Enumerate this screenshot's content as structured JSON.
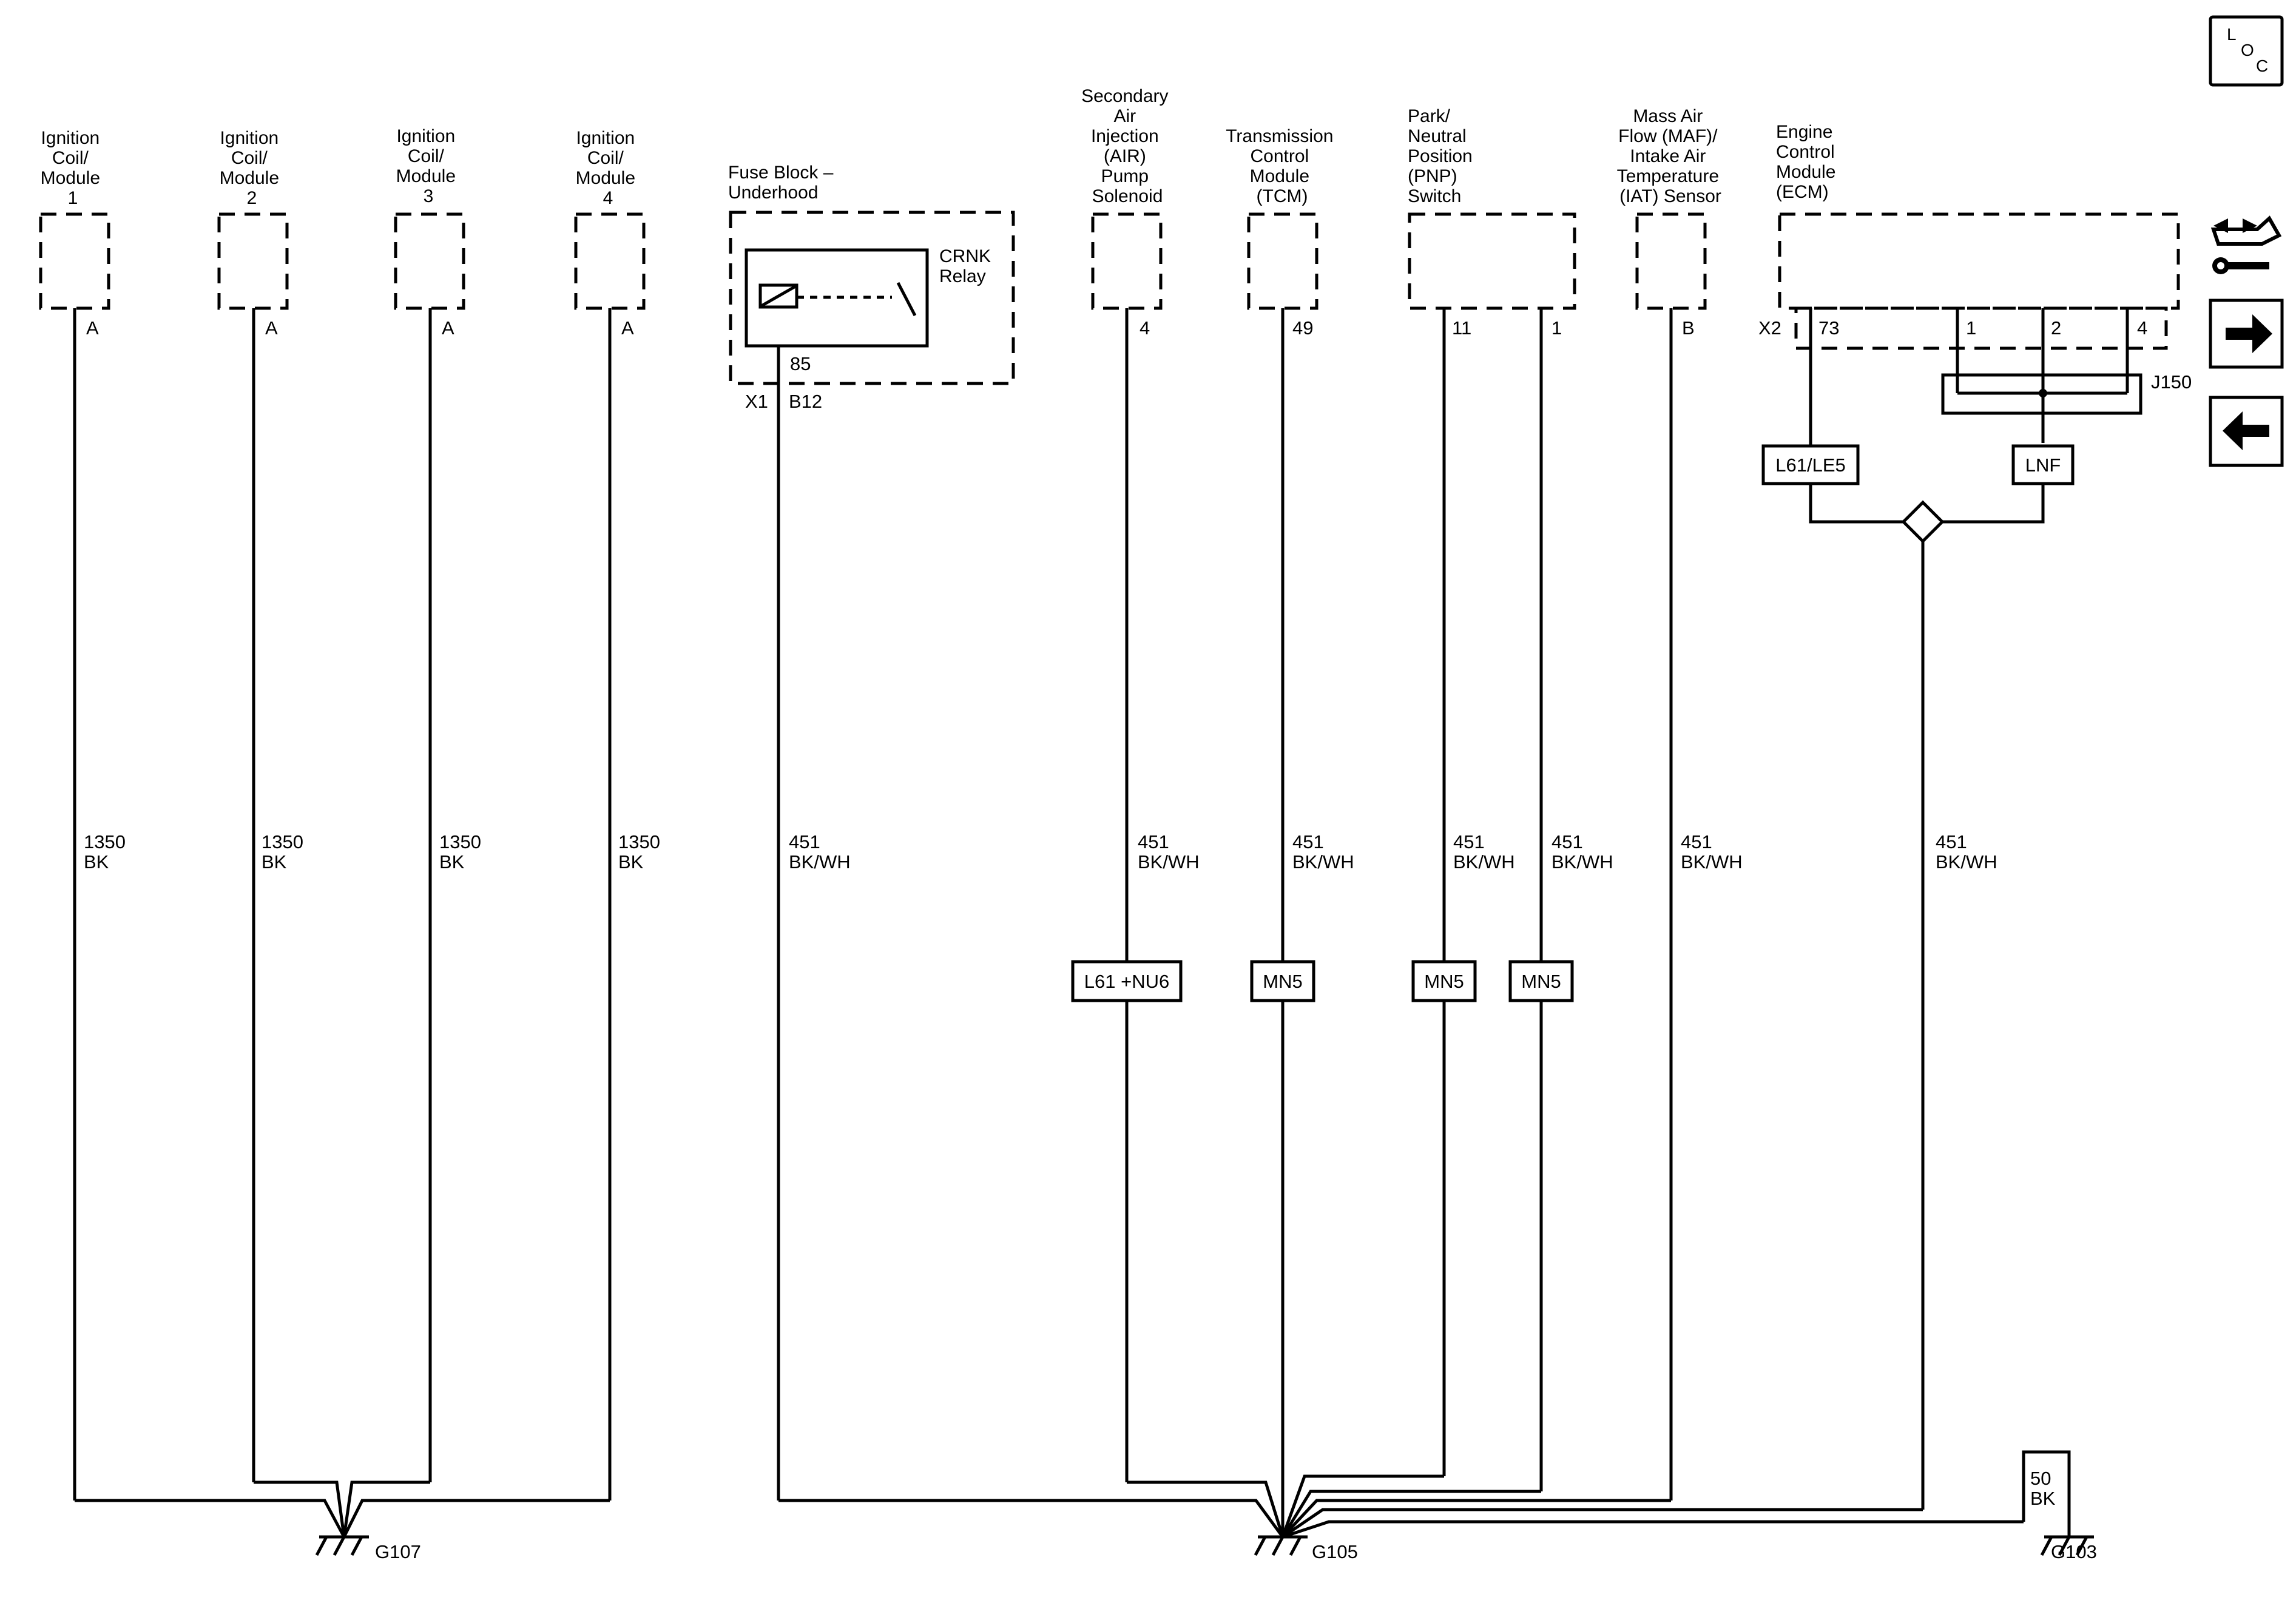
{
  "components": {
    "coil1": {
      "lines": [
        "Ignition",
        "Coil/",
        "Module",
        "1"
      ],
      "pin": "A"
    },
    "coil2": {
      "lines": [
        "Ignition",
        "Coil/",
        "Module",
        "2"
      ],
      "pin": "A"
    },
    "coil3": {
      "lines": [
        "Ignition",
        "Coil/",
        "Module",
        "3"
      ],
      "pin": "A"
    },
    "coil4": {
      "lines": [
        "Ignition",
        "Coil/",
        "Module",
        "4"
      ],
      "pin": "A"
    },
    "fuse_block": {
      "lines": [
        "Fuse Block –",
        "Underhood"
      ],
      "relay": [
        "CRNK",
        "Relay"
      ],
      "pin": "85",
      "connector": "X1",
      "cavity": "B12"
    },
    "air_pump": {
      "lines": [
        "Secondary",
        "Air",
        "Injection",
        "(AIR)",
        "Pump",
        "Solenoid"
      ],
      "pin": "4"
    },
    "tcm": {
      "lines": [
        "Transmission",
        "Control",
        "Module",
        "(TCM)"
      ],
      "pin": "49"
    },
    "pnp": {
      "lines": [
        "Park/",
        "Neutral",
        "Position",
        "(PNP)",
        "Switch"
      ],
      "pin_a": "11",
      "pin_b": "1"
    },
    "maf": {
      "lines": [
        "Mass Air",
        "Flow (MAF)/",
        "Intake Air",
        "Temperature",
        "(IAT) Sensor"
      ],
      "pin": "B"
    },
    "ecm": {
      "lines": [
        "Engine",
        "Control",
        "Module",
        "(ECM)"
      ],
      "connector": "X2",
      "pins": [
        "73",
        "1",
        "2",
        "4"
      ],
      "junction": "J150"
    }
  },
  "wires": {
    "gauge_1350": "1350",
    "color_bk": "BK",
    "gauge_451": "451",
    "color_bkwh": "BK/WH",
    "gauge_50": "50"
  },
  "options": {
    "air": "L61 +NU6",
    "mn5": "MN5",
    "l61le5": "L61/LE5",
    "lnf": "LNF"
  },
  "grounds": {
    "g107": "G107",
    "g105": "G105",
    "g103": "G103"
  },
  "nav": {
    "loc_l": "L",
    "loc_o": "O",
    "loc_c": "C"
  }
}
